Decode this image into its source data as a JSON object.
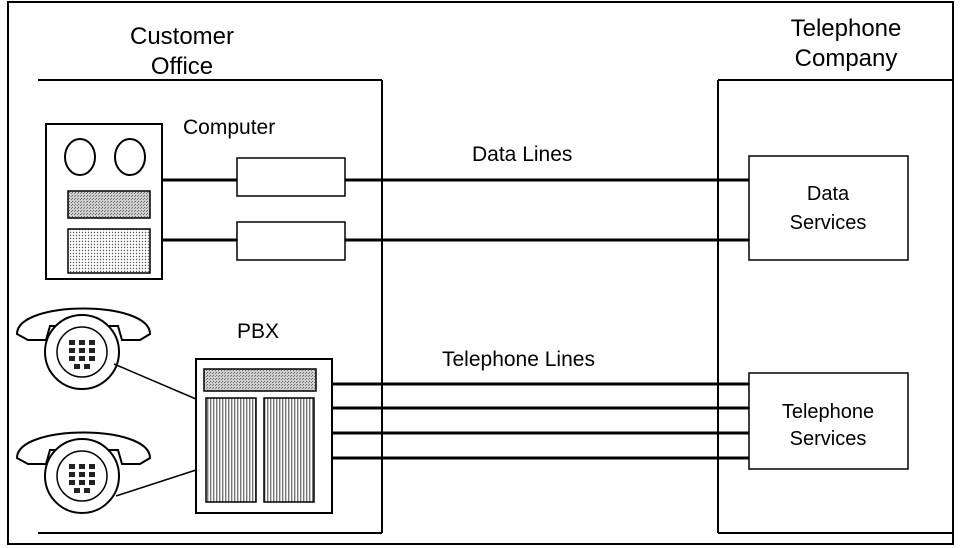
{
  "customer_office": {
    "line1": "Customer",
    "line2": "Office"
  },
  "telephone_company": {
    "line1": "Telephone",
    "line2": "Company"
  },
  "computer_label": "Computer",
  "pbx_label": "PBX",
  "data_lines_label": "Data Lines",
  "telephone_lines_label": "Telephone Lines",
  "data_services": {
    "line1": "Data",
    "line2": "Services"
  },
  "telephone_services": {
    "line1": "Telephone",
    "line2": "Services"
  }
}
